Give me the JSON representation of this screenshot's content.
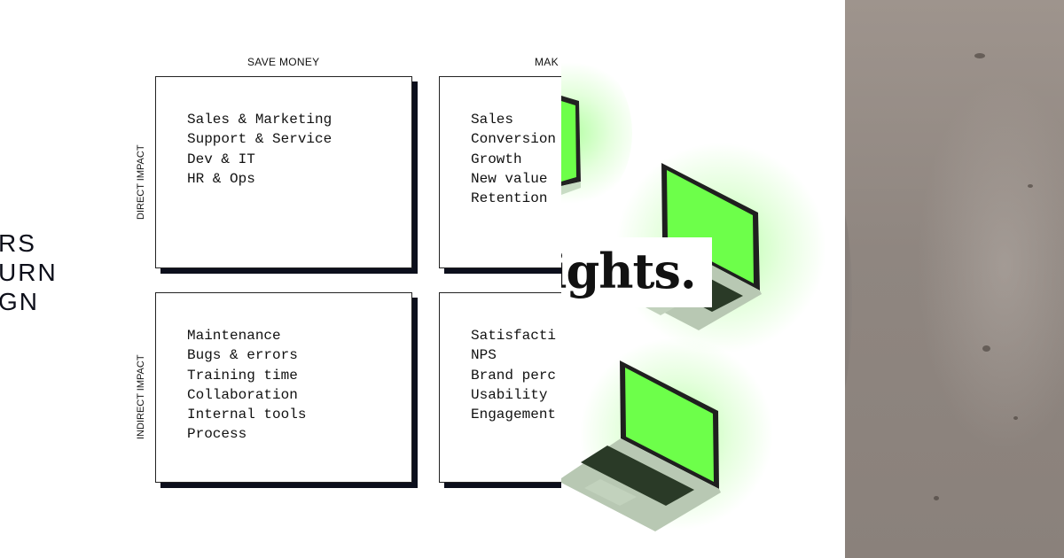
{
  "left_words": [
    "RS",
    "URN",
    "GN"
  ],
  "columns": [
    "SAVE MONEY",
    "MAK"
  ],
  "rows": [
    "DIRECT IMPACT",
    "INDIRECT IMPACT"
  ],
  "cards": {
    "direct_save": [
      "Sales & Marketing",
      "Support & Service",
      "Dev & IT",
      "HR & Ops"
    ],
    "direct_make": [
      "Sales",
      "Conversion",
      "Growth",
      "New value",
      "Retention"
    ],
    "indirect_save": [
      "Maintenance",
      "Bugs & errors",
      "Training time",
      "Collaboration",
      "Internal tools",
      "Process"
    ],
    "indirect_make": [
      "Satisfacti",
      "NPS",
      "Brand perc",
      "Usability",
      "Engagement"
    ]
  },
  "laptops": {
    "headline": "ights.",
    "screen_color": "#6dff4a",
    "glow_color": "#9cff7a"
  },
  "photo": {
    "wall_color": "#958b85"
  }
}
